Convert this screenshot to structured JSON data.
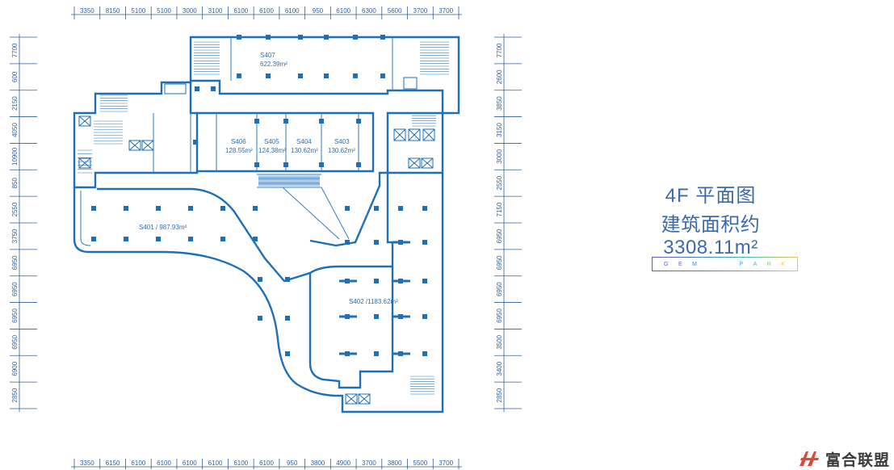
{
  "floor_title": "4F 平面图",
  "area_title": "建筑面积约 3308.11m²",
  "badge_letters": [
    "G",
    "E",
    "M",
    "P",
    "A",
    "R",
    "K"
  ],
  "badge_colors": [
    "#7a4fc2",
    "#6d5fd0",
    "#4f7fd6",
    "#3f9fd0",
    "#3fbfa0",
    "#8cc26a",
    "#e8c24a"
  ],
  "logo": {
    "text": "富合联盟",
    "mark_color": "#e0463a"
  },
  "colors": {
    "wall": "#1f6fb8",
    "dim_line": "#2f5f9a",
    "title": "#3c6aa8"
  },
  "dims": {
    "top": [
      "3350",
      "8150",
      "5100",
      "5100",
      "3000",
      "3100",
      "6100",
      "6100",
      "6100",
      "950",
      "6100",
      "6300",
      "5600",
      "3700",
      "3700"
    ],
    "bottom": [
      "3350",
      "6150",
      "6100",
      "6100",
      "6100",
      "6100",
      "6100",
      "6100",
      "950",
      "3800",
      "4900",
      "3700",
      "3800",
      "5500",
      "3700"
    ],
    "left": [
      "7700",
      "600",
      "2150",
      "4050",
      "10900",
      "850",
      "2550",
      "3750",
      "6950",
      "6950",
      "6950",
      "6950",
      "6900",
      "2850"
    ],
    "right": [
      "7700",
      "2600",
      "3850",
      "3150",
      "3000",
      "2550",
      "7150",
      "6950",
      "6950",
      "6950",
      "6950",
      "3500",
      "3400",
      "2850"
    ]
  },
  "rooms": [
    {
      "id": "S407",
      "area": "622.39m²"
    },
    {
      "id": "S406",
      "area": "128.55m²"
    },
    {
      "id": "S405",
      "area": "124.38m²"
    },
    {
      "id": "S404",
      "area": "130.62m²"
    },
    {
      "id": "S403",
      "area": "130.62m²"
    },
    {
      "label": "S401 / 987.93m²"
    },
    {
      "label": "S402 /1183.62m²"
    }
  ]
}
